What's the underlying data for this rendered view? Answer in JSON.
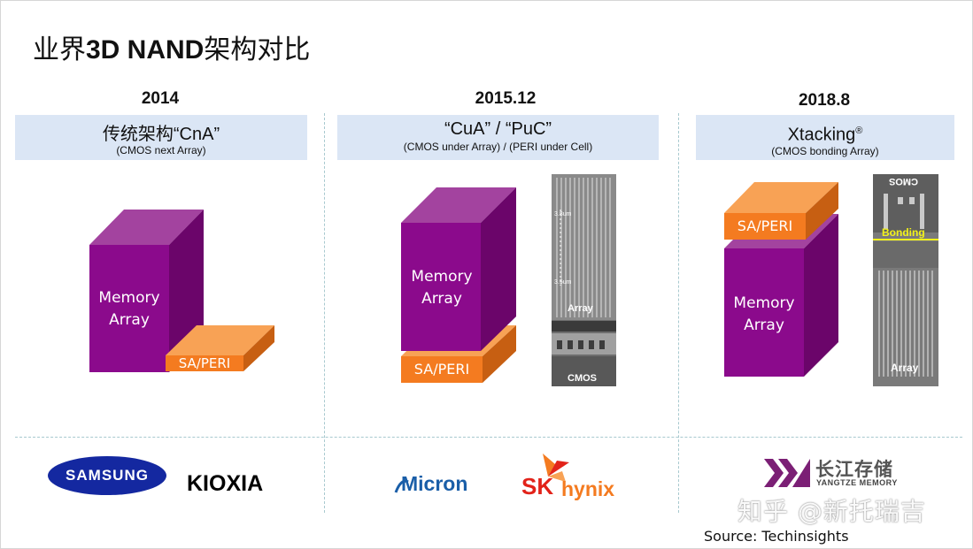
{
  "title": {
    "prefix": "业界",
    "bold": "3D NAND",
    "suffix": "架构对比"
  },
  "columns": [
    {
      "year": "2014",
      "header_main": "传统架构“CnA”",
      "header_sub": "(CMOS next Array)",
      "memory_label": [
        "Memory",
        "Array"
      ],
      "peri_label": "SA/PERI"
    },
    {
      "year": "2015.12",
      "header_main": "“CuA” / “PuC”",
      "header_sub": "(CMOS under Array) / (PERI under Cell)",
      "memory_label": [
        "Memory",
        "Array"
      ],
      "peri_label": "SA/PERI",
      "sem_labels": {
        "array": "Array",
        "cmos": "CMOS",
        "dim1": "3.8um",
        "dim2": "3.5um"
      }
    },
    {
      "year": "2018.8",
      "header_main": "Xtacking",
      "header_sup": "®",
      "header_sub": "(CMOS bonding Array)",
      "memory_label": [
        "Memory",
        "Array"
      ],
      "peri_label": "SA/PERI",
      "sem_labels": {
        "cmos": "CMOS",
        "bonding": "Bonding",
        "array": "Array"
      }
    }
  ],
  "logos": {
    "samsung": "SAMSUNG",
    "kioxia": "KIOXIA",
    "micron": "Micron",
    "sk": "SK",
    "hynix": "hynix",
    "ymtc_cn": "长江存储",
    "ymtc_en": "YANGTZE MEMORY"
  },
  "source": "Source: Techinsights",
  "watermark": "知乎 @新托瑞吉",
  "colors": {
    "memory_front": "#8b0a8c",
    "memory_top": "#a3439f",
    "memory_side": "#6b056a",
    "peri_front": "#f47b20",
    "peri_top": "#f8a255",
    "peri_side": "#c75f12",
    "header_bg": "#dbe6f5",
    "samsung_blue": "#1428a0",
    "micron_blue": "#1a5ea8",
    "sk_red": "#e2231a",
    "ymtc_purple": "#7b1f75"
  }
}
